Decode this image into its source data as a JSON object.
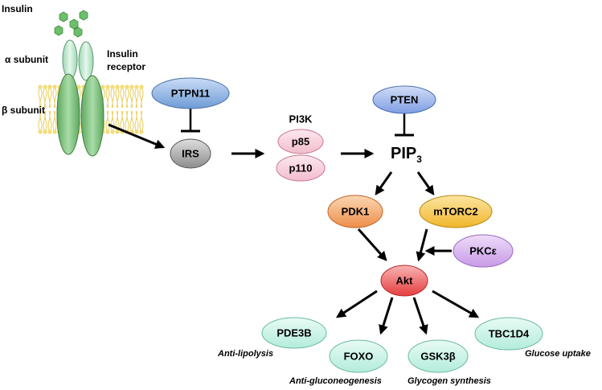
{
  "insulin": {
    "label": "Insulin",
    "alpha_label": "α subunit",
    "beta_label": "β subunit",
    "receptor_label_1": "Insulin",
    "receptor_label_2": "receptor"
  },
  "nodes": {
    "ptpn11": "PTPN11",
    "irs": "IRS",
    "pi3k": "PI3K",
    "p85": "p85",
    "p110": "p110",
    "pten": "PTEN",
    "pip3_base": "PIP",
    "pip3_sub": "3",
    "pdk1": "PDK1",
    "mtorc2": "mTORC2",
    "pkce": "PKCε",
    "akt": "Akt",
    "pde3b": "PDE3B",
    "foxo": "FOXO",
    "gsk3b": "GSK3β",
    "tbc1d4": "TBC1D4"
  },
  "outcomes": {
    "anti_lipolysis": "Anti-lipolysis",
    "anti_gluconeogenesis": "Anti-gluconeogenesis",
    "glycogen_synthesis": "Glycogen synthesis",
    "glucose_uptake": "Glucose uptake"
  },
  "colors": {
    "insulin_hex": "#7ac77a",
    "receptor": "#7fc07f",
    "alpha_subunit": "#c6ecd4",
    "membrane": "#f3dc78",
    "ptpn11": "#8fb4e3",
    "irs": "#a6a6a6",
    "pi3k": "#f9d0dc",
    "pten": "#9fb8ea",
    "pdk1": "#f2a96b",
    "mtorc2": "#f7c84a",
    "pkce": "#d9b3ef",
    "akt": "#ef5d5d",
    "targets": "#c9f2e6"
  }
}
